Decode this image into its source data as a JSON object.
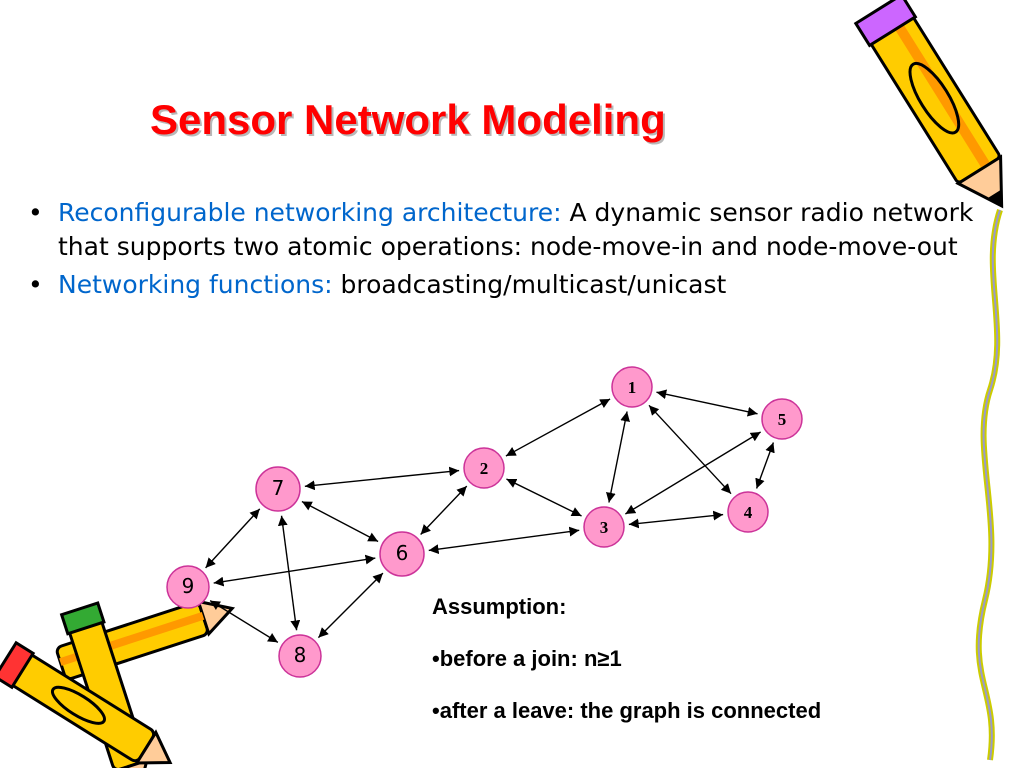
{
  "slide": {
    "title": "Sensor Network Modeling",
    "bullets": [
      {
        "marker": "•",
        "accent_text": "Reconfigurable networking architecture:",
        "body_text": " A dynamic sensor radio network that supports two atomic operations: node-move-in and node-move-out"
      },
      {
        "marker": "•",
        "accent_text": "Networking functions:",
        "body_text": " broadcasting/multicast/unicast"
      }
    ],
    "assumption": {
      "heading": "Assumption:",
      "items": [
        "•before a join: n≥1",
        "•after a leave: the graph is connected"
      ]
    }
  },
  "graph": {
    "nodes": [
      {
        "id": "1",
        "label": "1"
      },
      {
        "id": "2",
        "label": "2"
      },
      {
        "id": "3",
        "label": "3"
      },
      {
        "id": "4",
        "label": "4"
      },
      {
        "id": "5",
        "label": "5"
      },
      {
        "id": "6",
        "label": "6"
      },
      {
        "id": "7",
        "label": "7"
      },
      {
        "id": "8",
        "label": "8"
      },
      {
        "id": "9",
        "label": "9"
      }
    ],
    "edges": [
      [
        "1",
        "5"
      ],
      [
        "1",
        "2"
      ],
      [
        "1",
        "3"
      ],
      [
        "1",
        "4"
      ],
      [
        "5",
        "4"
      ],
      [
        "5",
        "3"
      ],
      [
        "2",
        "7"
      ],
      [
        "2",
        "6"
      ],
      [
        "2",
        "3"
      ],
      [
        "3",
        "4"
      ],
      [
        "3",
        "6"
      ],
      [
        "7",
        "9"
      ],
      [
        "7",
        "8"
      ],
      [
        "7",
        "6"
      ],
      [
        "6",
        "9"
      ],
      [
        "6",
        "8"
      ],
      [
        "9",
        "8"
      ]
    ]
  },
  "colors": {
    "title": "#ff0000",
    "accent": "#0066cc",
    "node_fill": "#ff99cc",
    "node_stroke": "#cc3399"
  },
  "decorations": {
    "top_right": "pencil-icon",
    "right_edge": "squiggle-line",
    "bottom_left": "crayons-icon"
  }
}
